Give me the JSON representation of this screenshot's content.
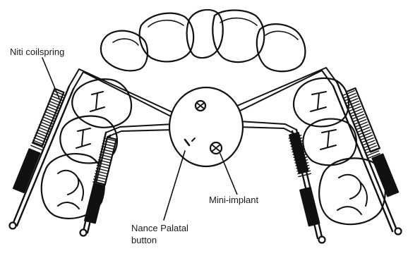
{
  "labels": {
    "coil_spring": "Niti coilspring",
    "nance_line1": "Nance Palatal",
    "nance_line2": "button",
    "mini_implant": "Mini-implant"
  }
}
